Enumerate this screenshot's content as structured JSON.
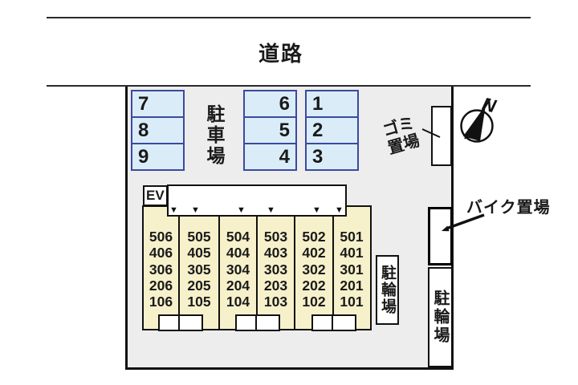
{
  "colors": {
    "site_fill": "#ededed",
    "building_fill": "#f6f1cb",
    "parking_fill": "#daecf8",
    "parking_border": "#3a4a9f"
  },
  "road": {
    "label": "道路"
  },
  "parking_lot": {
    "label": "駐車場",
    "groups": [
      {
        "name": "west",
        "spaces": [
          "7",
          "8",
          "9"
        ]
      },
      {
        "name": "center",
        "spaces": [
          "6",
          "5",
          "4"
        ]
      },
      {
        "name": "east",
        "spaces": [
          "1",
          "2",
          "3"
        ]
      }
    ]
  },
  "garbage_area": {
    "label": "ゴミ置場"
  },
  "compass": {
    "north_label": "N"
  },
  "building": {
    "elevator_label": "EV",
    "columns": [
      {
        "rooms": [
          "506",
          "406",
          "306",
          "206",
          "106"
        ]
      },
      {
        "rooms": [
          "505",
          "405",
          "305",
          "205",
          "105"
        ]
      },
      {
        "rooms": [
          "504",
          "404",
          "304",
          "204",
          "104"
        ]
      },
      {
        "rooms": [
          "503",
          "403",
          "303",
          "203",
          "103"
        ]
      },
      {
        "rooms": [
          "502",
          "402",
          "302",
          "202",
          "102"
        ]
      },
      {
        "rooms": [
          "501",
          "401",
          "301",
          "201",
          "101"
        ]
      }
    ]
  },
  "bicycle_parking_inner": {
    "label": "駐輪場"
  },
  "bike_storage": {
    "label": "バイク置場"
  },
  "bicycle_parking_outer": {
    "label": "駐輪場"
  }
}
